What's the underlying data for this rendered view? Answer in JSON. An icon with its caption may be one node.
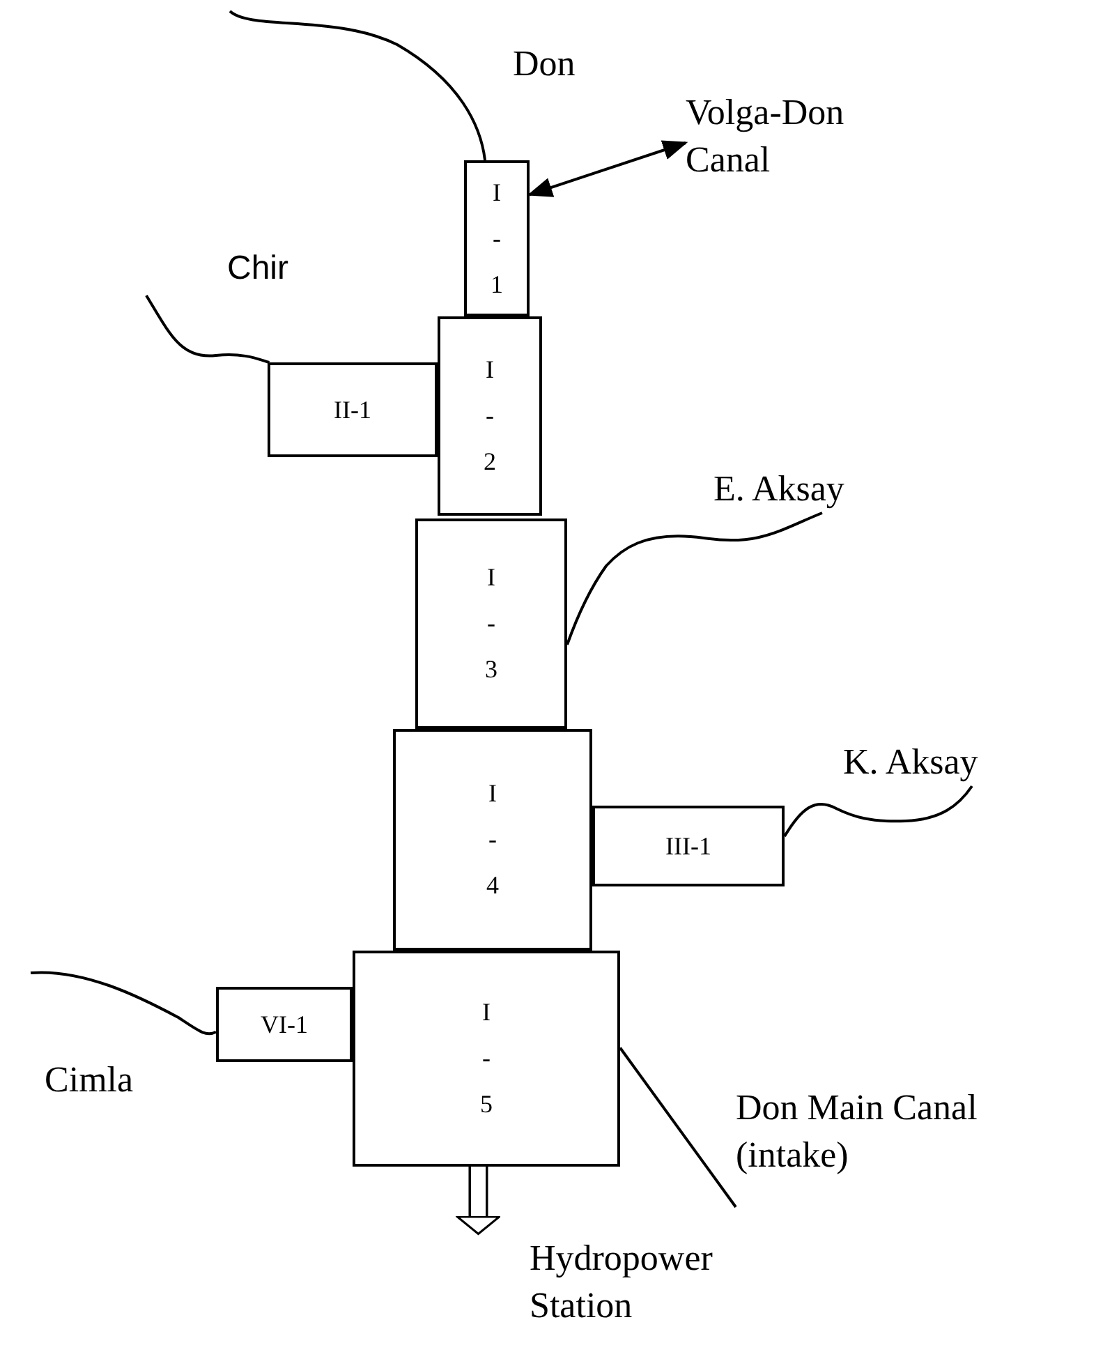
{
  "diagram": {
    "nodes": [
      {
        "text": [
          "I - 1"
        ]
      },
      {
        "text": [
          "I - 2"
        ]
      },
      {
        "text": [
          "II-1"
        ]
      },
      {
        "text": [
          "I - 3"
        ]
      },
      {
        "text": [
          "I - 4"
        ]
      },
      {
        "text": [
          "III-1"
        ]
      },
      {
        "text": [
          "I - 5"
        ]
      },
      {
        "text": [
          "VI-1"
        ]
      },
      {
        "text": [
          "Volga-Don Canal"
        ]
      },
      {
        "text": [
          "Don Main Canal (intake)"
        ]
      },
      {
        "text": [
          "Hydropower Station"
        ]
      },
      {
        "text": [
          "E. Aksay"
        ]
      },
      {
        "text": [
          "K. Aksay"
        ]
      }
    ],
    "edges": [
      {
        "from": null,
        "to": 0,
        "arrow": "none"
      },
      {
        "from": 0,
        "to": 8,
        "arrow": "both"
      },
      {
        "from": null,
        "to": 2,
        "arrow": "none"
      },
      {
        "from": 11,
        "to": 3,
        "arrow": "none"
      },
      {
        "from": 12,
        "to": 5,
        "arrow": "none"
      },
      {
        "from": null,
        "to": 7,
        "arrow": "none"
      },
      {
        "from": 6,
        "to": 9,
        "arrow": "none"
      },
      {
        "from": 6,
        "to": 10,
        "arrow": "to",
        "style": "thick"
      }
    ],
    "labels": [
      "Don",
      "Chir",
      "Cimla"
    ]
  }
}
